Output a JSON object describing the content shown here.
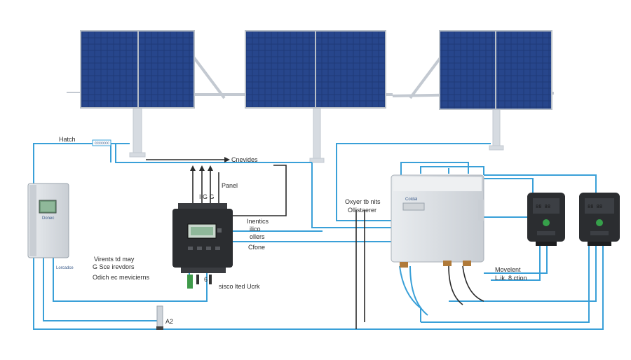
{
  "labels": {
    "hatch": "Hatch",
    "tag_top_left": "ccccccc",
    "cnevides": "Cnevides",
    "panel": "Panel",
    "panel_code": "I G G",
    "inentics": "Inentics",
    "ilico": "ilico",
    "ollers": "ollers",
    "cfone": "Cfone",
    "vinents": "Virents td may",
    "gsce": "G Sce irevdors",
    "lorcadce": "Lorcadce",
    "odich": "Odich ec mevicierns",
    "sisco": "sisco lted Ucrk",
    "a2": "A2",
    "device_digit": "6",
    "oxyer": "Oxyer tb nits",
    "ollistaerer": "Ollistaerer",
    "cotdal": "Cotdal",
    "movelent": "Movelent",
    "lk": "L.ik. 8.ction",
    "left_box_tag": "Donec"
  },
  "colors": {
    "wire_blue": "#3aa0d8",
    "wire_dark": "#2a2a2a",
    "panel_blue": "#1f3a78",
    "frame_gray": "#c8ced6",
    "box_gray": "#d9dde2",
    "device_black": "#2b2d30",
    "screen_green": "#8fb89a"
  },
  "icons": [
    "solar-panel-icon",
    "inverter-icon",
    "charge-controller-icon",
    "battery-meter-icon",
    "junction-box-icon",
    "breaker-panel-icon",
    "ground-rod-icon"
  ]
}
